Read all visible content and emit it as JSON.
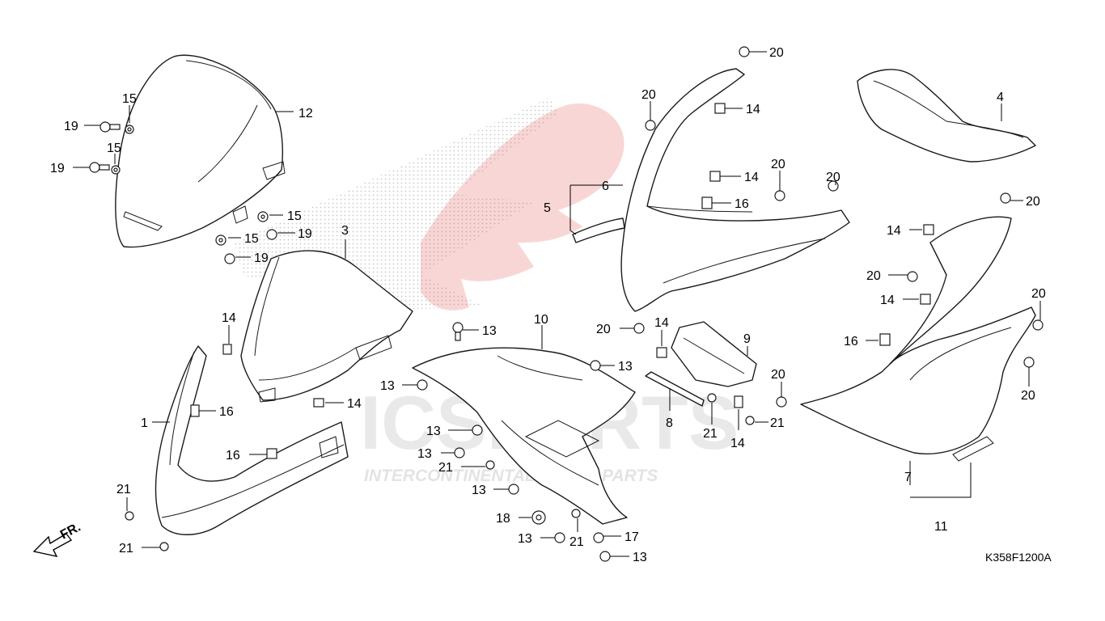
{
  "diagram": {
    "part_code": "K358F1200A",
    "direction_label": "FR.",
    "watermark": {
      "brand": "ICSPARTS",
      "tagline": "INTERCONTINENTAL SPARE PARTS",
      "logo_color": "#e85a5a",
      "text_color": "#d8d8d8"
    },
    "callouts": [
      {
        "id": "c12",
        "label": "12"
      },
      {
        "id": "c15a",
        "label": "15"
      },
      {
        "id": "c19a",
        "label": "19"
      },
      {
        "id": "c15b",
        "label": "15"
      },
      {
        "id": "c19b",
        "label": "19"
      },
      {
        "id": "c15c",
        "label": "15"
      },
      {
        "id": "c15d",
        "label": "15"
      },
      {
        "id": "c19c",
        "label": "19"
      },
      {
        "id": "c19d",
        "label": "19"
      },
      {
        "id": "c3",
        "label": "3"
      },
      {
        "id": "c14a",
        "label": "14"
      },
      {
        "id": "c14b",
        "label": "14"
      },
      {
        "id": "c1",
        "label": "1"
      },
      {
        "id": "c16a",
        "label": "16"
      },
      {
        "id": "c16b",
        "label": "16"
      },
      {
        "id": "c21a",
        "label": "21"
      },
      {
        "id": "c21b",
        "label": "21"
      },
      {
        "id": "c13a",
        "label": "13"
      },
      {
        "id": "c10",
        "label": "10"
      },
      {
        "id": "c13b",
        "label": "13"
      },
      {
        "id": "c13c",
        "label": "13"
      },
      {
        "id": "c13d",
        "label": "13"
      },
      {
        "id": "c13e",
        "label": "13"
      },
      {
        "id": "c21c",
        "label": "21"
      },
      {
        "id": "c13f",
        "label": "13"
      },
      {
        "id": "c18",
        "label": "18"
      },
      {
        "id": "c13g",
        "label": "13"
      },
      {
        "id": "c21d",
        "label": "21"
      },
      {
        "id": "c17",
        "label": "17"
      },
      {
        "id": "c13h",
        "label": "13"
      },
      {
        "id": "c20a",
        "label": "20"
      },
      {
        "id": "c20b",
        "label": "20"
      },
      {
        "id": "c14c",
        "label": "14"
      },
      {
        "id": "c6",
        "label": "6"
      },
      {
        "id": "c5",
        "label": "5"
      },
      {
        "id": "c14d",
        "label": "14"
      },
      {
        "id": "c16c",
        "label": "16"
      },
      {
        "id": "c20c",
        "label": "20"
      },
      {
        "id": "c20d",
        "label": "20"
      },
      {
        "id": "c20e",
        "label": "20"
      },
      {
        "id": "c14e",
        "label": "14"
      },
      {
        "id": "c9",
        "label": "9"
      },
      {
        "id": "c8",
        "label": "8"
      },
      {
        "id": "c21e",
        "label": "21"
      },
      {
        "id": "c14f",
        "label": "14"
      },
      {
        "id": "c20f",
        "label": "20"
      },
      {
        "id": "c21f",
        "label": "21"
      },
      {
        "id": "c4",
        "label": "4"
      },
      {
        "id": "c20g",
        "label": "20"
      },
      {
        "id": "c14g",
        "label": "14"
      },
      {
        "id": "c20h",
        "label": "20"
      },
      {
        "id": "c14h",
        "label": "14"
      },
      {
        "id": "c20i",
        "label": "20"
      },
      {
        "id": "c16d",
        "label": "16"
      },
      {
        "id": "c20j",
        "label": "20"
      },
      {
        "id": "c7",
        "label": "7"
      },
      {
        "id": "c11",
        "label": "11"
      }
    ]
  }
}
